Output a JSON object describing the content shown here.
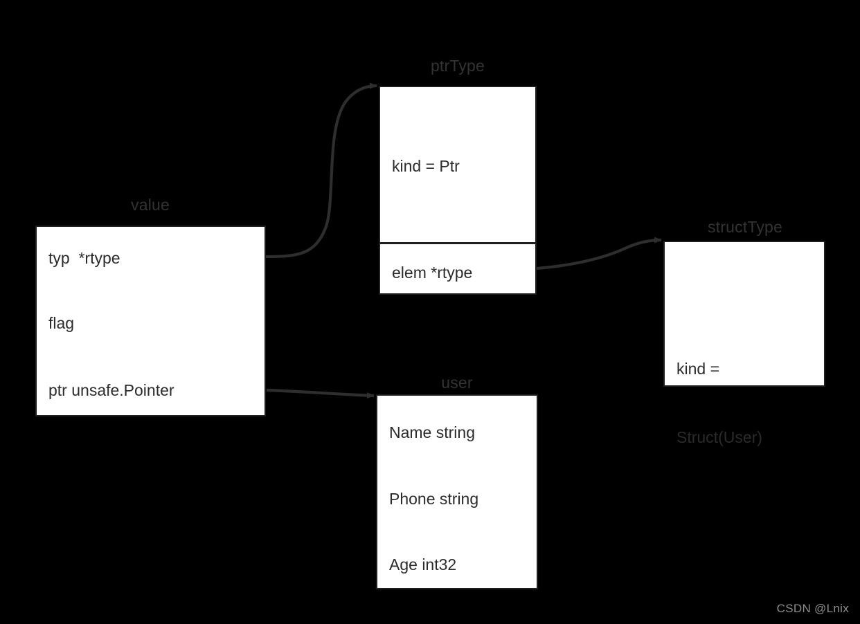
{
  "diagram": {
    "title": "Go reflect value / rtype relationship diagram",
    "background_color": "#000000",
    "box_fill": "#ffffff",
    "box_border_color": "#1f1f1f",
    "label_color": "#333333",
    "edge_color": "#2e2e2e",
    "watermark": "CSDN @Lnix"
  },
  "nodes": {
    "value": {
      "title": "value",
      "rows": [
        {
          "text": "typ  *rtype"
        },
        {
          "text": "flag"
        },
        {
          "text": "ptr unsafe.Pointer"
        }
      ]
    },
    "ptrType": {
      "title": "ptrType",
      "rows": [
        {
          "text": "kind = Ptr"
        },
        {
          "text": "elem *rtype"
        }
      ]
    },
    "structType": {
      "title": "structType",
      "rows": [
        {
          "line1": "kind =",
          "line2": "Struct(User)"
        }
      ]
    },
    "user": {
      "title": "user",
      "rows": [
        {
          "text": "Name string"
        },
        {
          "text": "Phone string"
        },
        {
          "text": "Age int32"
        }
      ]
    }
  },
  "edges": [
    {
      "name": "value-typ-to-ptrtype",
      "from": "value.typ",
      "to": "ptrType"
    },
    {
      "name": "ptrtype-elem-to-structtype",
      "from": "ptrType.elem",
      "to": "structType"
    },
    {
      "name": "value-ptr-to-user",
      "from": "value.ptr",
      "to": "user"
    }
  ]
}
